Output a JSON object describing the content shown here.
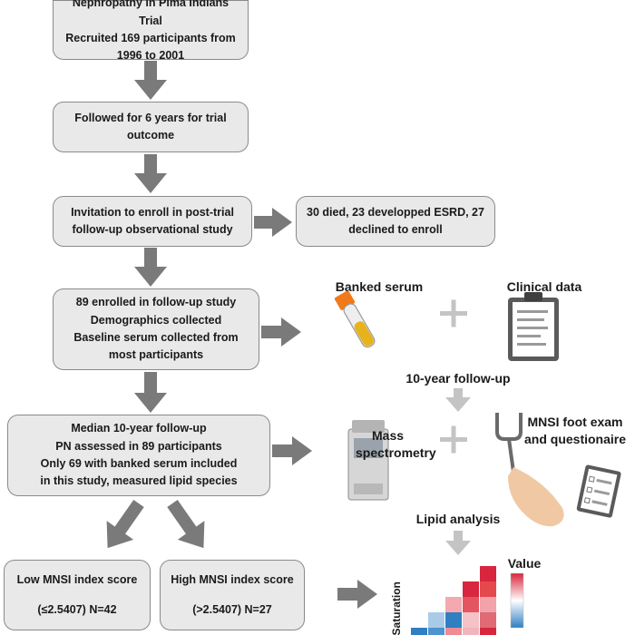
{
  "boxes": {
    "trial": [
      "Nephropathy in Pima Indians Trial",
      "Recruited 169 participants from",
      "1996 to 2001"
    ],
    "followed": [
      "Followed for 6 years for trial",
      "outcome"
    ],
    "invitation": [
      "Invitation to enroll in post-trial",
      "follow-up observational study"
    ],
    "excluded": [
      "30 died, 23 developped ESRD, 27",
      "declined to enroll"
    ],
    "enrolled": [
      "89 enrolled in follow-up study",
      "Demographics collected",
      "Baseline serum collected from",
      "most participants"
    ],
    "median": [
      "Median 10-year follow-up",
      "PN assessed in 89 participants",
      "Only 69 with banked serum included",
      "in this study, measured lipid species"
    ],
    "low": [
      "Low MNSI index score",
      "(≤2.5407) N=42"
    ],
    "high": [
      "High MNSI index score",
      "(>2.5407) N=27"
    ]
  },
  "labels": {
    "banked_serum": "Banked serum",
    "clinical_data": "Clinical data",
    "followup": "10-year follow-up",
    "mass_spec": [
      "Mass",
      "spectrometry"
    ],
    "mnsi": [
      "MNSI foot exam",
      "and questionaire"
    ],
    "lipid": "Lipid analysis",
    "value": "Value",
    "saturation": "Saturation"
  },
  "icons": {
    "serum": "blood-tube-icon",
    "clinical": "clipboard-icon",
    "spectrometer": "mass-spectrometer-icon",
    "exam": "tuning-fork-foot-exam-icon",
    "heatmap": "heatmap-icon"
  },
  "colors": {
    "box_fill": "#e9e9e9",
    "box_border": "#8a8a8a",
    "arrow": "#7a7a7a",
    "arrow_light": "#c4c4c4",
    "heat_red": "#d7263d",
    "heat_blue": "#2f7fc1"
  }
}
